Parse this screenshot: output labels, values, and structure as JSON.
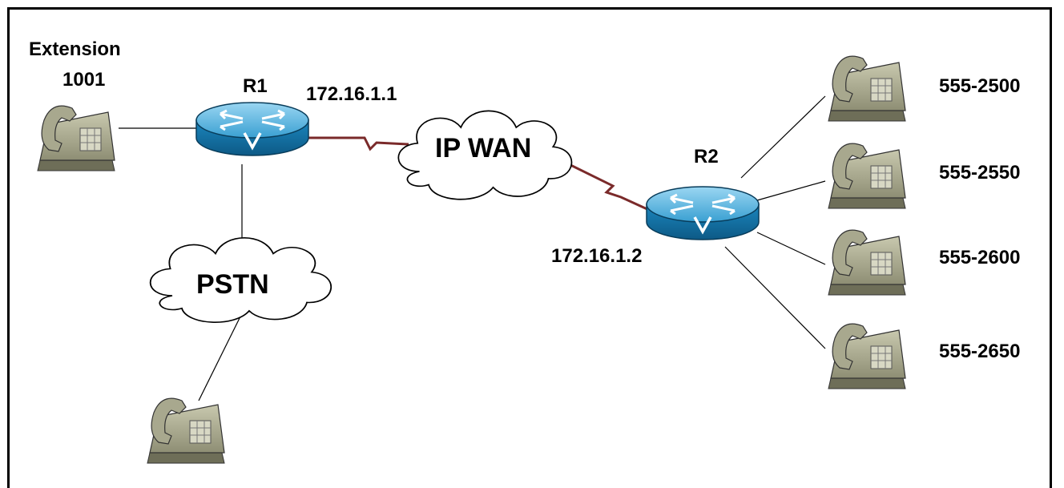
{
  "labels": {
    "extension": "Extension",
    "extension_number": "1001",
    "r1": "R1",
    "r2": "R2",
    "r1_ip": "172.16.1.1",
    "r2_ip": "172.16.1.2",
    "ip_wan": "IP WAN",
    "pstn": "PSTN"
  },
  "phones_r2": [
    "555-2500",
    "555-2550",
    "555-2600",
    "555-2650"
  ],
  "colors": {
    "router_body": "#1a7fb5",
    "router_top": "#7cc8ec",
    "wan_link": "#7a2a2a",
    "phone_body": "#b4b49a",
    "line": "#000000"
  },
  "icons": [
    "ip-phone-icon",
    "router-icon",
    "cloud-icon"
  ]
}
